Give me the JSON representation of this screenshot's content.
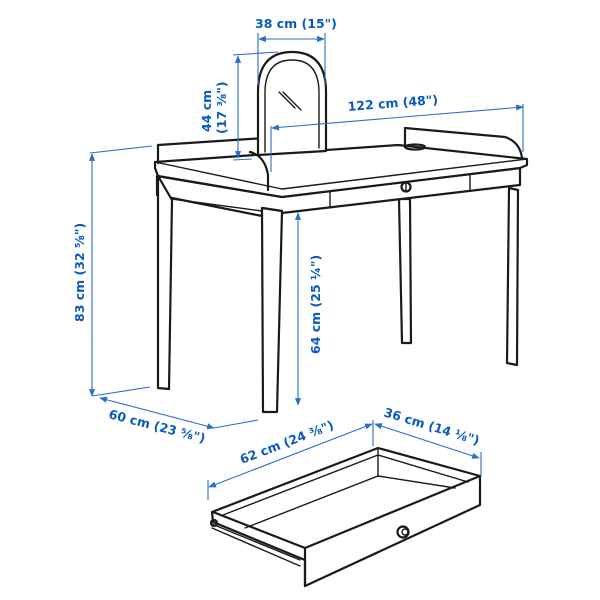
{
  "product": {
    "type": "dressing table with mirror and drawer",
    "colors": {
      "line": "#1a1a1a",
      "dimension": "#0b5bbf",
      "background": "#ffffff"
    }
  },
  "dimensions": {
    "mirror_width": "38 cm (15\")",
    "mirror_height_cm": "44 cm",
    "mirror_height_in": "(17 ⅜\")",
    "table_width": "122 cm (48\")",
    "total_height": "83 cm (32 ⅝\")",
    "leg_clearance_height": "64 cm (25 ¼\")",
    "table_depth": "60 cm (23 ⅝\")",
    "drawer_depth": "62 cm (24 ⅜\")",
    "drawer_width": "36 cm (14 ⅛\")"
  },
  "icons": {
    "mirror": "mirror-icon",
    "drawer_knob": "knob-icon"
  }
}
